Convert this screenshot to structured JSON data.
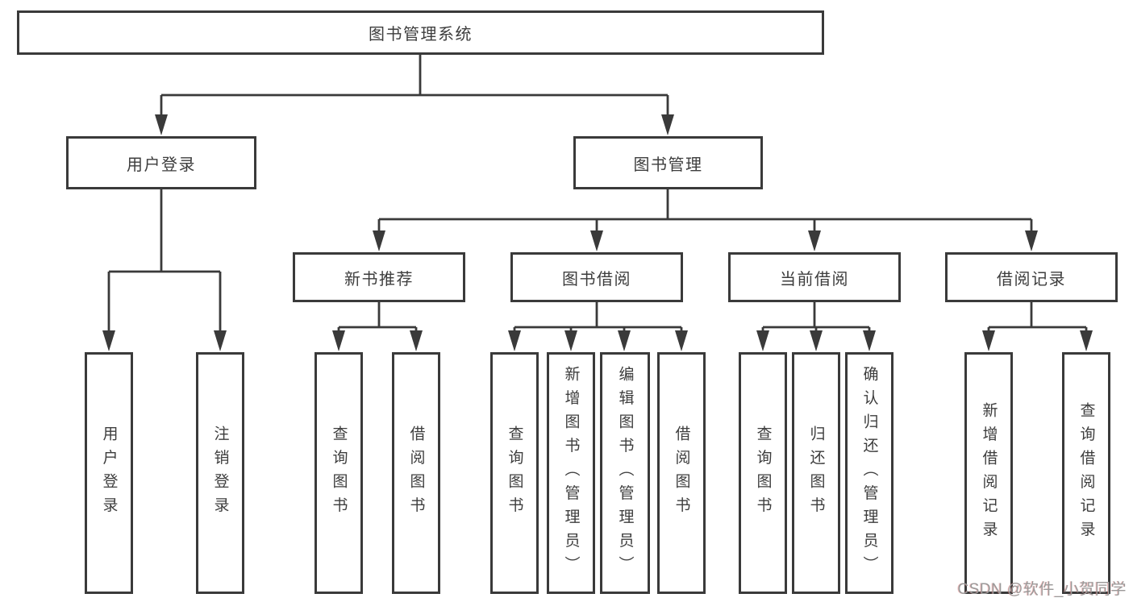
{
  "diagram": {
    "root": {
      "label": "图书管理系统"
    },
    "branches": [
      {
        "label": "用户登录",
        "children": [
          {
            "label": "用户登录"
          },
          {
            "label": "注销登录"
          }
        ]
      },
      {
        "label": "图书管理",
        "children": [
          {
            "label": "新书推荐",
            "children": [
              {
                "label": "查询图书"
              },
              {
                "label": "借阅图书"
              }
            ]
          },
          {
            "label": "图书借阅",
            "children": [
              {
                "label": "查询图书"
              },
              {
                "label": "新增图书（管理员）"
              },
              {
                "label": "编辑图书（管理员）"
              },
              {
                "label": "借阅图书"
              }
            ]
          },
          {
            "label": "当前借阅",
            "children": [
              {
                "label": "查询图书"
              },
              {
                "label": "归还图书"
              },
              {
                "label": "确认归还（管理员）"
              }
            ]
          },
          {
            "label": "借阅记录",
            "children": [
              {
                "label": "新增借阅记录"
              },
              {
                "label": "查询借阅记录"
              }
            ]
          }
        ]
      }
    ]
  },
  "watermark": {
    "text": "CSDN @软件_小贺同学"
  },
  "colors": {
    "line": "#3a3a3a",
    "text": "#3d3d3d",
    "watermark": "#9a9a9a"
  }
}
